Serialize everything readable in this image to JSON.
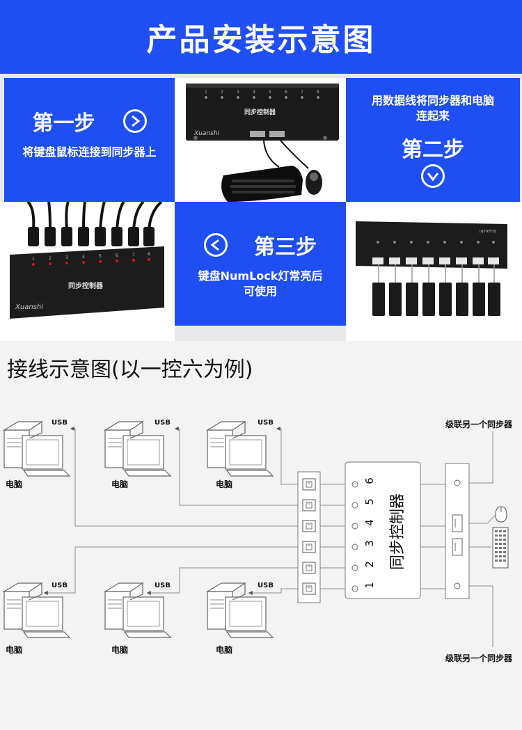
{
  "banner": {
    "title": "产品安装示意图"
  },
  "steps": {
    "step1": {
      "title": "第一步",
      "desc": "将键盘鼠标连接到同步器上"
    },
    "step2": {
      "title": "第二步",
      "desc_line1": "用数据线将同步器和电脑",
      "desc_line2": "连起来"
    },
    "step3": {
      "title": "第三步",
      "desc_line1": "键盘NumLock灯常亮后",
      "desc_line2": "可使用"
    }
  },
  "device": {
    "brand": "Xuanshi",
    "label": "同步控制器",
    "port_numbers": [
      "1",
      "2",
      "3",
      "4",
      "5",
      "6",
      "7",
      "8"
    ]
  },
  "wiring": {
    "title": "接线示意图(以一控六为例)",
    "pc_label": "电脑",
    "usb_label": "USB",
    "controller_label": "同步控制器",
    "port_numbers": [
      "6",
      "5",
      "4",
      "3",
      "2",
      "1"
    ],
    "cascade_top": "级联另一个同步器",
    "cascade_bottom": "级联另一个同步器"
  },
  "colors": {
    "accent": "#1f4ff2",
    "line": "#8c8c8c"
  }
}
